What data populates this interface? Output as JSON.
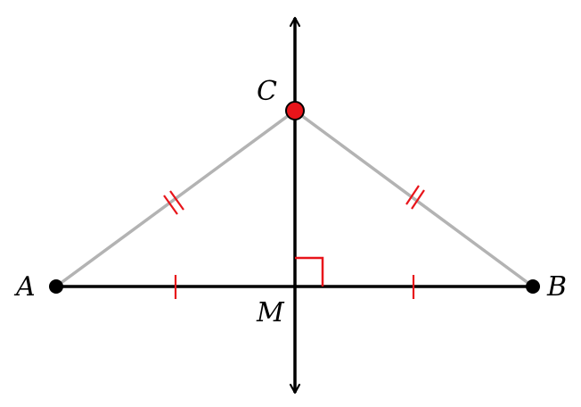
{
  "diagram": {
    "points": {
      "A": {
        "label": "A"
      },
      "B": {
        "label": "B"
      },
      "C": {
        "label": "C"
      },
      "M": {
        "label": "M"
      }
    },
    "colors": {
      "segment": "#000000",
      "sides": "#b3b3b3",
      "marks": "#e8141a",
      "highlight_point": "#e8141a",
      "point": "#000000"
    }
  }
}
